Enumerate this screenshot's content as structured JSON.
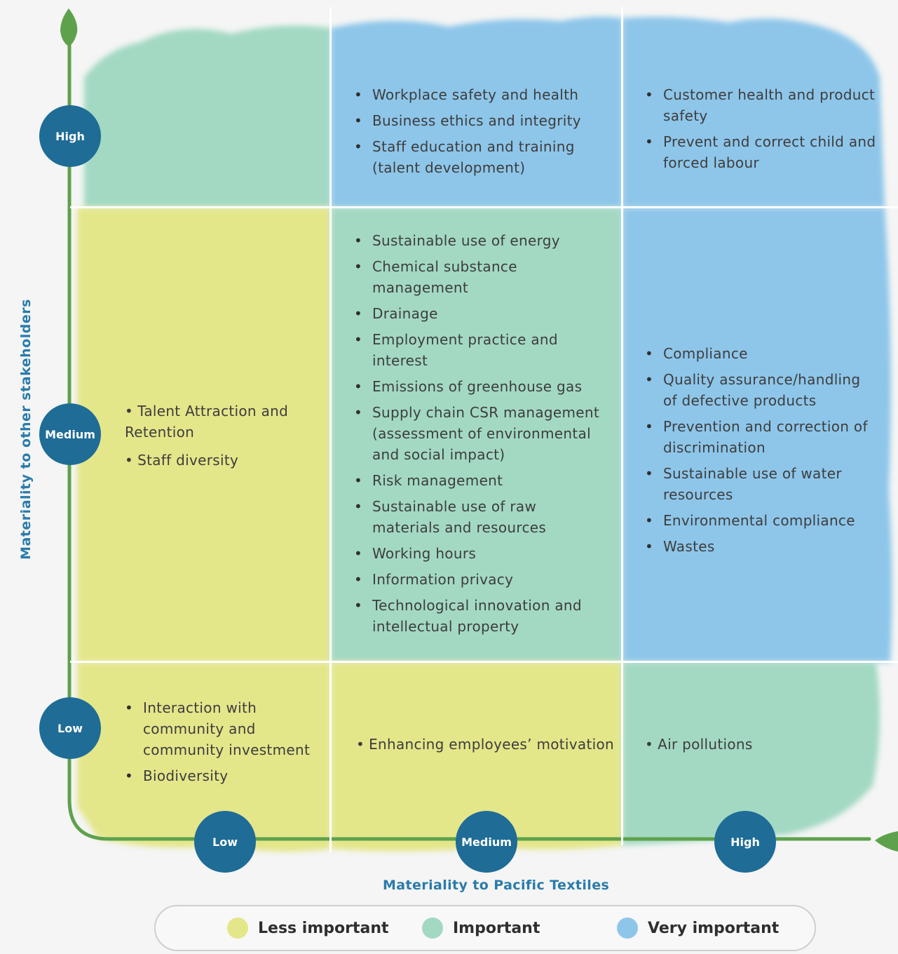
{
  "axes": {
    "y_title": "Materiality to other stakeholders",
    "x_title": "Materiality to Pacific Textiles",
    "y_levels": [
      "High",
      "Medium",
      "Low"
    ],
    "x_levels": [
      "Low",
      "Medium",
      "High"
    ]
  },
  "colors": {
    "less_important": "#e4e68a",
    "important": "#a3d9c3",
    "very_important": "#8ec6ea",
    "axis_line": "#5ea14c",
    "level_circle": "#1f6c97",
    "axis_title": "#2a7bab"
  },
  "matrix": {
    "high_low": {
      "items": []
    },
    "high_medium": {
      "items": [
        "Workplace safety and health",
        "Business ethics and integrity",
        "Staff education and training (talent development)"
      ]
    },
    "high_high": {
      "items": [
        "Customer health and product safety",
        "Prevent and correct child and forced labour"
      ]
    },
    "medium_low": {
      "items": [
        "Talent Attraction and Retention",
        "Staff diversity"
      ]
    },
    "medium_medium": {
      "items": [
        "Sustainable use of energy",
        "Chemical substance management",
        "Drainage",
        "Employment practice and interest",
        "Emissions of greenhouse gas",
        "Supply chain CSR management (assessment of environmental and social impact)",
        "Risk management",
        "Sustainable use of raw materials and resources",
        "Working hours",
        "Information privacy",
        "Technological innovation and intellectual property"
      ]
    },
    "medium_high": {
      "items": [
        "Compliance",
        "Quality assurance/handling of defective products",
        "Prevention and correction of discrimination",
        "Sustainable use of water resources",
        "Environmental compliance",
        "Wastes"
      ]
    },
    "low_low": {
      "items": [
        "Interaction with community and community investment",
        "Biodiversity"
      ]
    },
    "low_medium": {
      "items": [
        "Enhancing employees’ motivation"
      ]
    },
    "low_high": {
      "items": [
        "Air pollutions"
      ]
    }
  },
  "legend": {
    "items": [
      {
        "label": "Less important",
        "color": "#e4e68a"
      },
      {
        "label": "Important",
        "color": "#a3d9c3"
      },
      {
        "label": "Very important",
        "color": "#8ec6ea"
      }
    ]
  }
}
